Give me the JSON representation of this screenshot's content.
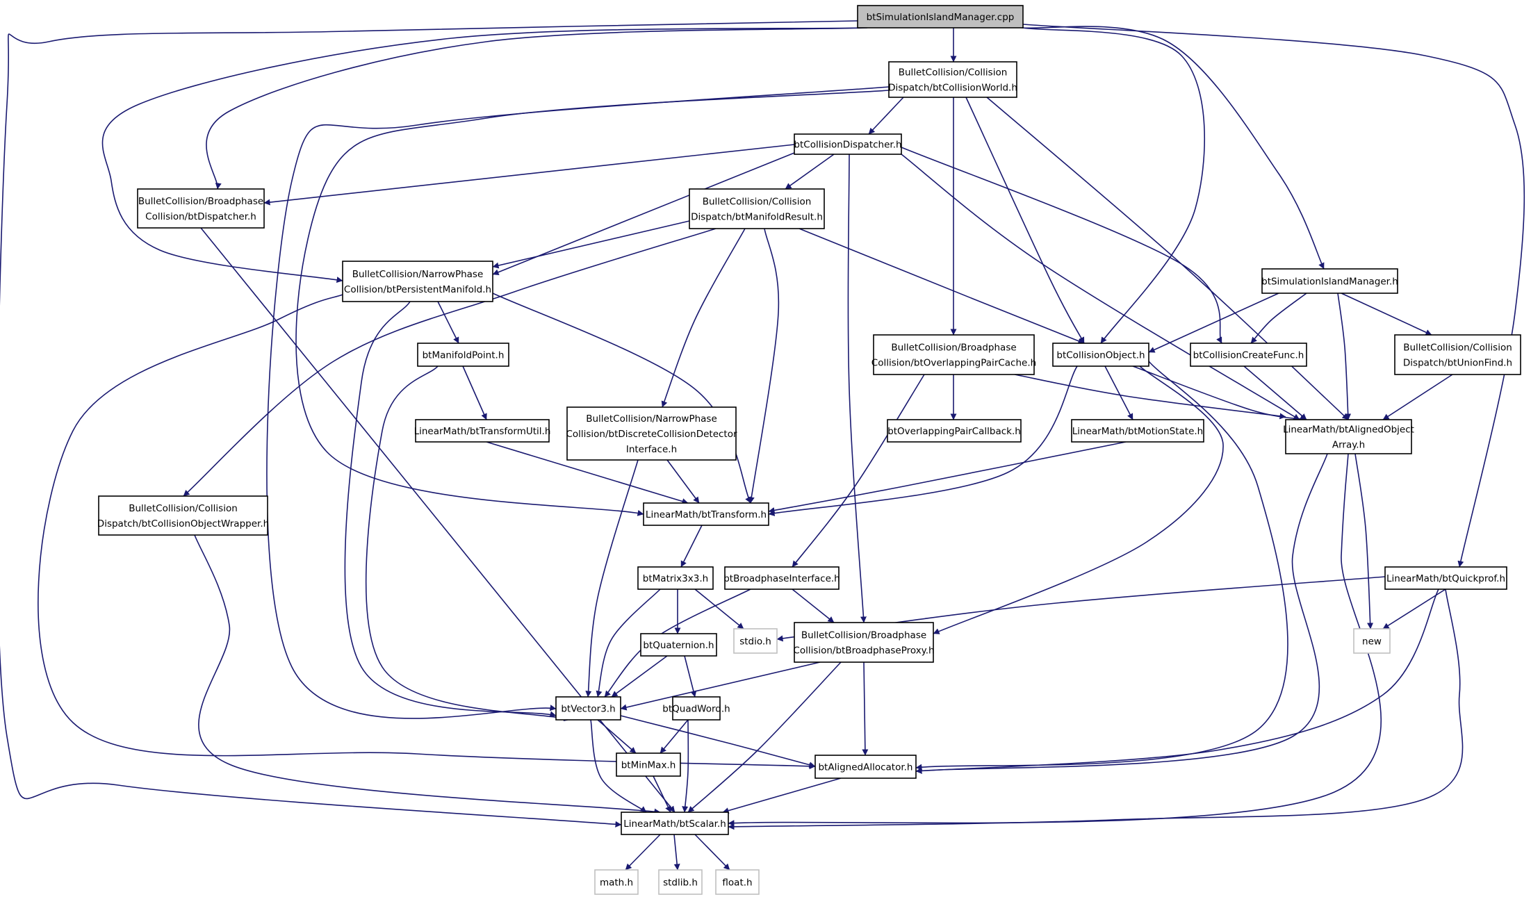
{
  "colors": {
    "edge": "#191970",
    "node_border": "#000000",
    "external_border": "#c0c0c0",
    "root_fill": "#bfbfbf",
    "node_fill": "#ffffff"
  },
  "nodes": [
    {
      "id": "root",
      "lines": [
        "btSimulationIslandManager.cpp"
      ],
      "kind": "root"
    },
    {
      "id": "cw",
      "lines": [
        "BulletCollision/Collision",
        "Dispatch/btCollisionWorld.h"
      ],
      "kind": "file"
    },
    {
      "id": "cd",
      "lines": [
        "btCollisionDispatcher.h"
      ],
      "kind": "file"
    },
    {
      "id": "bpd",
      "lines": [
        "BulletCollision/Broadphase",
        "Collision/btDispatcher.h"
      ],
      "kind": "file"
    },
    {
      "id": "mr",
      "lines": [
        "BulletCollision/Collision",
        "Dispatch/btManifoldResult.h"
      ],
      "kind": "file"
    },
    {
      "id": "pm",
      "lines": [
        "BulletCollision/NarrowPhase",
        "Collision/btPersistentManifold.h"
      ],
      "kind": "file"
    },
    {
      "id": "sim",
      "lines": [
        "btSimulationIslandManager.h"
      ],
      "kind": "file"
    },
    {
      "id": "mp",
      "lines": [
        "btManifoldPoint.h"
      ],
      "kind": "file"
    },
    {
      "id": "opc",
      "lines": [
        "BulletCollision/Broadphase",
        "Collision/btOverlappingPairCache.h"
      ],
      "kind": "file"
    },
    {
      "id": "co",
      "lines": [
        "btCollisionObject.h"
      ],
      "kind": "file"
    },
    {
      "id": "ccf",
      "lines": [
        "btCollisionCreateFunc.h"
      ],
      "kind": "file"
    },
    {
      "id": "uf",
      "lines": [
        "BulletCollision/Collision",
        "Dispatch/btUnionFind.h"
      ],
      "kind": "file"
    },
    {
      "id": "tu",
      "lines": [
        "LinearMath/btTransformUtil.h"
      ],
      "kind": "file"
    },
    {
      "id": "dcd",
      "lines": [
        "BulletCollision/NarrowPhase",
        "Collision/btDiscreteCollisionDetector",
        "Interface.h"
      ],
      "kind": "file"
    },
    {
      "id": "opcb",
      "lines": [
        "btOverlappingPairCallback.h"
      ],
      "kind": "file"
    },
    {
      "id": "ms",
      "lines": [
        "LinearMath/btMotionState.h"
      ],
      "kind": "file"
    },
    {
      "id": "aoa",
      "lines": [
        "LinearMath/btAlignedObject",
        "Array.h"
      ],
      "kind": "file"
    },
    {
      "id": "cow",
      "lines": [
        "BulletCollision/Collision",
        "Dispatch/btCollisionObjectWrapper.h"
      ],
      "kind": "file"
    },
    {
      "id": "tr",
      "lines": [
        "LinearMath/btTransform.h"
      ],
      "kind": "file"
    },
    {
      "id": "m33",
      "lines": [
        "btMatrix3x3.h"
      ],
      "kind": "file"
    },
    {
      "id": "bi",
      "lines": [
        "btBroadphaseInterface.h"
      ],
      "kind": "file"
    },
    {
      "id": "qp",
      "lines": [
        "LinearMath/btQuickprof.h"
      ],
      "kind": "file"
    },
    {
      "id": "stdio",
      "lines": [
        "stdio.h"
      ],
      "kind": "external"
    },
    {
      "id": "bpp",
      "lines": [
        "BulletCollision/Broadphase",
        "Collision/btBroadphaseProxy.h"
      ],
      "kind": "file"
    },
    {
      "id": "quat",
      "lines": [
        "btQuaternion.h"
      ],
      "kind": "file"
    },
    {
      "id": "new",
      "lines": [
        "new"
      ],
      "kind": "external"
    },
    {
      "id": "v3",
      "lines": [
        "btVector3.h"
      ],
      "kind": "file"
    },
    {
      "id": "qw",
      "lines": [
        "btQuadWord.h"
      ],
      "kind": "file"
    },
    {
      "id": "mm",
      "lines": [
        "btMinMax.h"
      ],
      "kind": "file"
    },
    {
      "id": "aa",
      "lines": [
        "btAlignedAllocator.h"
      ],
      "kind": "file"
    },
    {
      "id": "sc",
      "lines": [
        "LinearMath/btScalar.h"
      ],
      "kind": "file"
    },
    {
      "id": "math",
      "lines": [
        "math.h"
      ],
      "kind": "external"
    },
    {
      "id": "stdlib",
      "lines": [
        "stdlib.h"
      ],
      "kind": "external"
    },
    {
      "id": "float",
      "lines": [
        "float.h"
      ],
      "kind": "external"
    }
  ],
  "edges": [
    [
      "root",
      "cw"
    ],
    [
      "root",
      "bpd"
    ],
    [
      "root",
      "pm"
    ],
    [
      "root",
      "sim"
    ],
    [
      "root",
      "co"
    ],
    [
      "root",
      "qp"
    ],
    [
      "root",
      "sc"
    ],
    [
      "cw",
      "cd"
    ],
    [
      "cw",
      "opc"
    ],
    [
      "cw",
      "co"
    ],
    [
      "cw",
      "aoa"
    ],
    [
      "cw",
      "tr"
    ],
    [
      "cw",
      "v3"
    ],
    [
      "cd",
      "bpd"
    ],
    [
      "cd",
      "mr"
    ],
    [
      "cd",
      "pm"
    ],
    [
      "cd",
      "ccf"
    ],
    [
      "cd",
      "aoa"
    ],
    [
      "cd",
      "bpp"
    ],
    [
      "bpd",
      "sc"
    ],
    [
      "mr",
      "pm"
    ],
    [
      "mr",
      "co"
    ],
    [
      "mr",
      "dcd"
    ],
    [
      "mr",
      "cow"
    ],
    [
      "mr",
      "tr"
    ],
    [
      "pm",
      "mp"
    ],
    [
      "pm",
      "tr"
    ],
    [
      "pm",
      "v3"
    ],
    [
      "pm",
      "aa"
    ],
    [
      "sim",
      "co"
    ],
    [
      "sim",
      "ccf"
    ],
    [
      "sim",
      "uf"
    ],
    [
      "sim",
      "aoa"
    ],
    [
      "mp",
      "tu"
    ],
    [
      "mp",
      "v3"
    ],
    [
      "opc",
      "opcb"
    ],
    [
      "opc",
      "bi"
    ],
    [
      "opc",
      "aoa"
    ],
    [
      "co",
      "ms"
    ],
    [
      "co",
      "tr"
    ],
    [
      "co",
      "aoa"
    ],
    [
      "co",
      "bpp"
    ],
    [
      "co",
      "aa"
    ],
    [
      "ccf",
      "aoa"
    ],
    [
      "uf",
      "aoa"
    ],
    [
      "tu",
      "tr"
    ],
    [
      "dcd",
      "tr"
    ],
    [
      "dcd",
      "v3"
    ],
    [
      "ms",
      "tr"
    ],
    [
      "aoa",
      "new"
    ],
    [
      "aoa",
      "aa"
    ],
    [
      "aoa",
      "sc"
    ],
    [
      "cow",
      "sc"
    ],
    [
      "tr",
      "m33"
    ],
    [
      "m33",
      "quat"
    ],
    [
      "m33",
      "stdio"
    ],
    [
      "m33",
      "v3"
    ],
    [
      "bi",
      "bpp"
    ],
    [
      "bi",
      "v3"
    ],
    [
      "qp",
      "stdio"
    ],
    [
      "qp",
      "new"
    ],
    [
      "qp",
      "aa"
    ],
    [
      "qp",
      "sc"
    ],
    [
      "bpp",
      "v3"
    ],
    [
      "bpp",
      "aa"
    ],
    [
      "bpp",
      "sc"
    ],
    [
      "quat",
      "v3"
    ],
    [
      "quat",
      "qw"
    ],
    [
      "v3",
      "mm"
    ],
    [
      "v3",
      "aa"
    ],
    [
      "v3",
      "sc"
    ],
    [
      "qw",
      "mm"
    ],
    [
      "qw",
      "sc"
    ],
    [
      "mm",
      "sc"
    ],
    [
      "aa",
      "sc"
    ],
    [
      "sc",
      "math"
    ],
    [
      "sc",
      "stdlib"
    ],
    [
      "sc",
      "float"
    ]
  ]
}
